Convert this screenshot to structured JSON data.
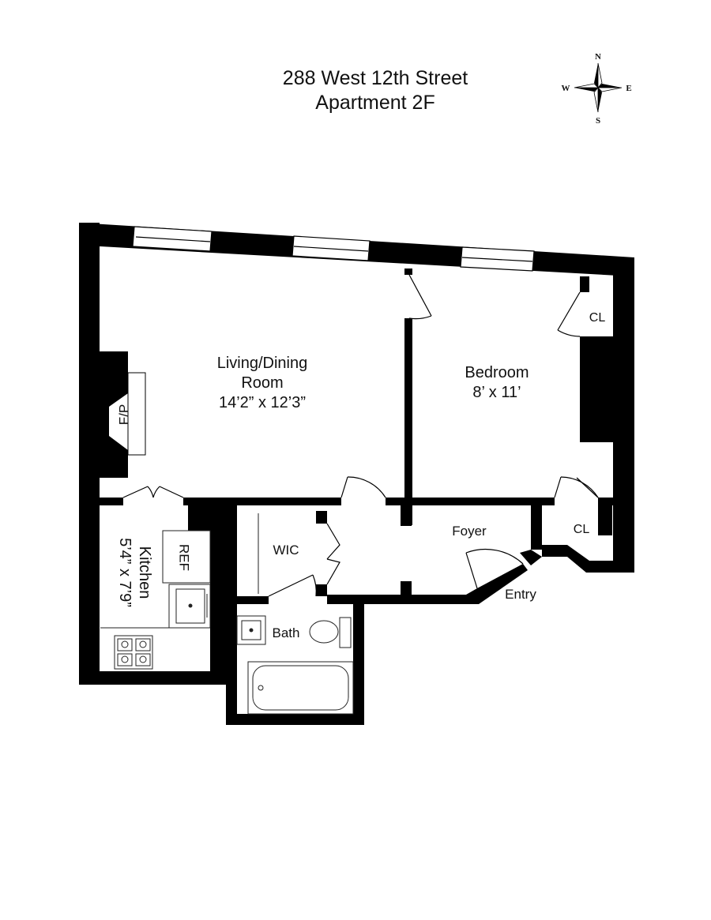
{
  "title": {
    "line1": "288 West 12th Street",
    "line2": "Apartment 2F"
  },
  "compass": {
    "north": "N",
    "south": "S",
    "east": "E",
    "west": "W"
  },
  "rooms": {
    "living": {
      "name_line1": "Living/Dining",
      "name_line2": "Room",
      "dimensions": "14’2” x 12’3”"
    },
    "bedroom": {
      "name": "Bedroom",
      "dimensions": "8’ x 11’"
    },
    "kitchen": {
      "name": "Kitchen",
      "dimensions": "5’4” x 7’9”"
    },
    "fireplace": "F/P",
    "refrigerator": "REF",
    "closet_bedroom": "CL",
    "closet_foyer": "CL",
    "walk_in_closet": "WIC",
    "foyer": "Foyer",
    "bath": "Bath",
    "entry": "Entry"
  },
  "colors": {
    "wall": "#000000",
    "background": "#ffffff",
    "fixture_stroke": "#222222"
  }
}
